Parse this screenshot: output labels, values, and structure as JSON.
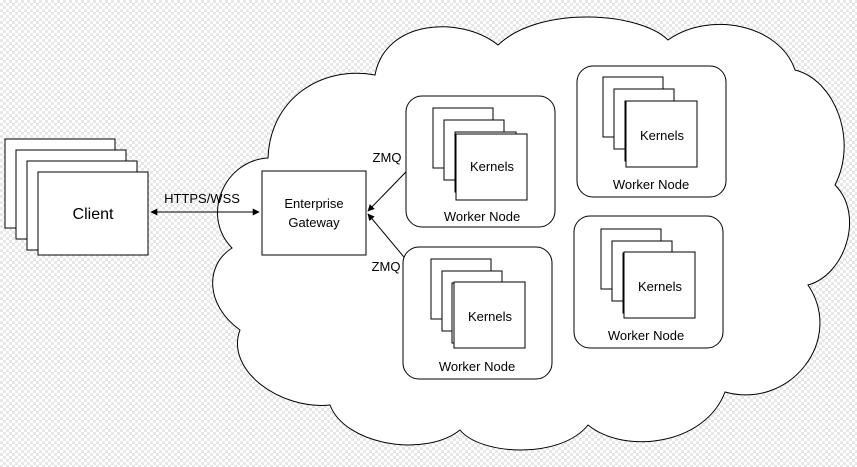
{
  "client": {
    "label": "Client"
  },
  "gateway": {
    "line1": "Enterprise",
    "line2": "Gateway"
  },
  "connections": {
    "https_label": "HTTPS/WSS",
    "zmq_top": "ZMQ",
    "zmq_bottom": "ZMQ"
  },
  "worker_nodes": [
    {
      "label": "Worker Node",
      "kernels_label": "Kernels"
    },
    {
      "label": "Worker Node",
      "kernels_label": "Kernels"
    },
    {
      "label": "Worker Node",
      "kernels_label": "Kernels"
    },
    {
      "label": "Worker Node",
      "kernels_label": "Kernels"
    }
  ],
  "colors": {
    "stroke": "#000000",
    "fill": "#ffffff",
    "background_checker": "#e7e7e7"
  }
}
